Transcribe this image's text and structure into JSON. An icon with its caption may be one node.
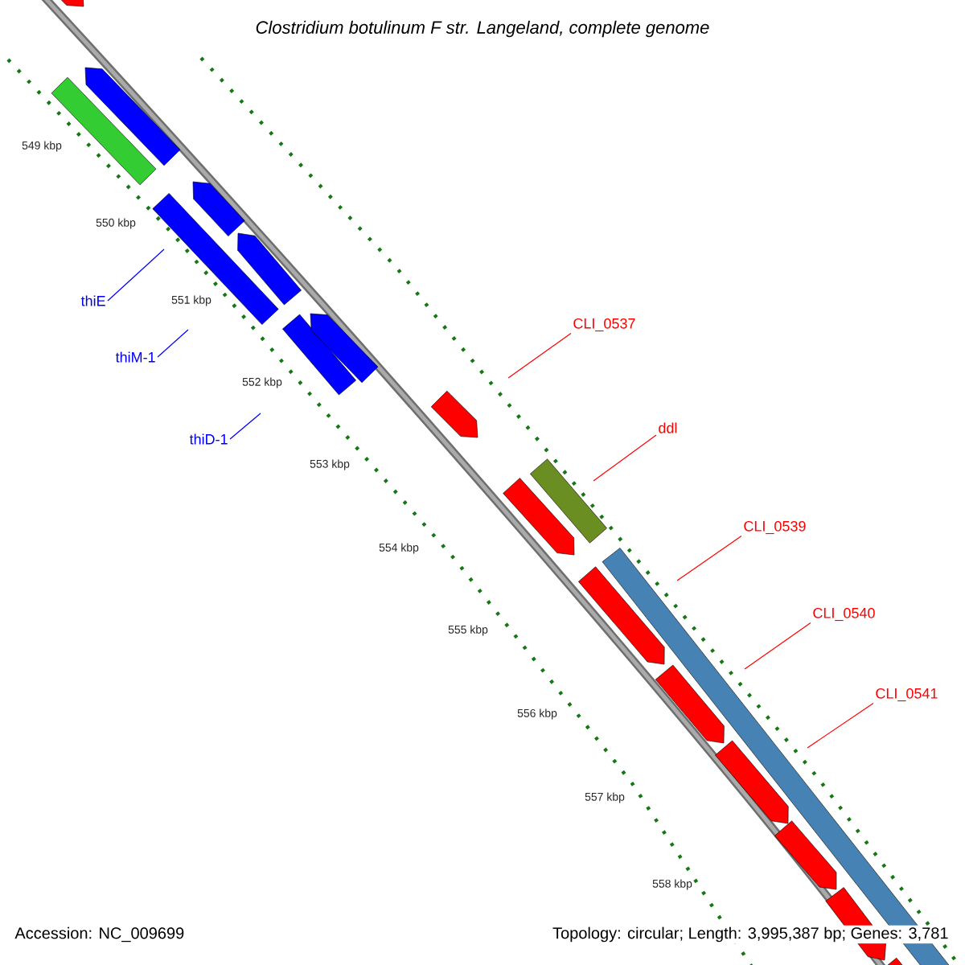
{
  "diagram": {
    "title": "Clostridium botulinum F str. Langeland, complete genome",
    "nodes": [
      {
        "text": [
          "thiE"
        ]
      },
      {
        "text": [
          "thiM-1"
        ]
      },
      {
        "text": [
          "thiD-1"
        ]
      },
      {
        "text": [
          "CLI_0537"
        ]
      },
      {
        "text": [
          "ddl"
        ]
      },
      {
        "text": [
          "CLI_0539"
        ]
      },
      {
        "text": [
          "CLI_0540"
        ]
      },
      {
        "text": [
          "CLI_0541"
        ]
      }
    ],
    "edges": [
      {
        "from": 0,
        "to": null,
        "arrow": "none",
        "color": "#0000ff"
      },
      {
        "from": 1,
        "to": null,
        "arrow": "none",
        "color": "#0000ff"
      },
      {
        "from": 2,
        "to": null,
        "arrow": "none",
        "color": "#0000ff"
      },
      {
        "from": 3,
        "to": null,
        "arrow": "none"
      },
      {
        "from": 4,
        "to": null,
        "arrow": "none"
      },
      {
        "from": 5,
        "to": null,
        "arrow": "none"
      },
      {
        "from": 6,
        "to": null,
        "arrow": "none"
      },
      {
        "from": 7,
        "to": null,
        "arrow": "none"
      }
    ],
    "labels": [
      "549 kbp",
      "550 kbp",
      "551 kbp",
      "552 kbp",
      "553 kbp",
      "554 kbp",
      "555 kbp",
      "556 kbp",
      "557 kbp",
      "558 kbp",
      "Accession: NC_009699",
      "Topology: circular; Length: 3,995,387 bp; Genes: 3,781"
    ]
  }
}
